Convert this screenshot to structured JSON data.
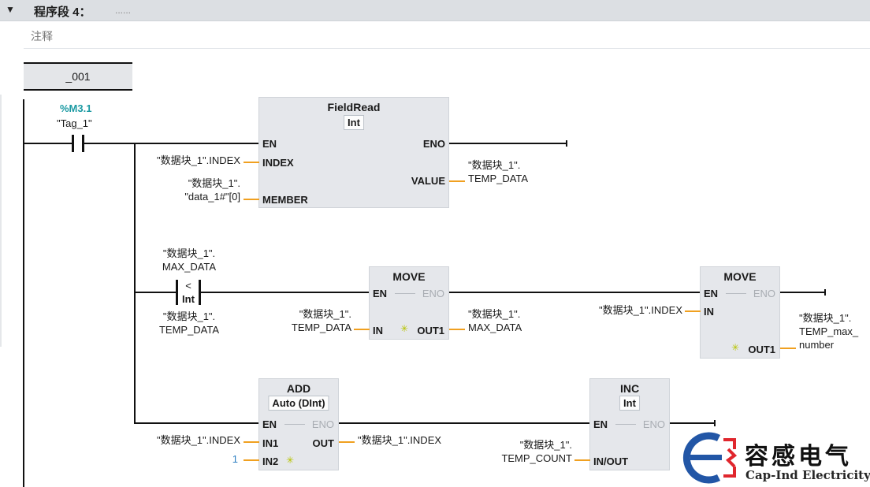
{
  "header": {
    "title": "程序段 4：",
    "dots": "......"
  },
  "comment": {
    "label": "注释"
  },
  "cell": {
    "label": "_001"
  },
  "rung1": {
    "contact": {
      "address": "%M3.1",
      "tag": "\"Tag_1\""
    },
    "fieldread": {
      "title": "FieldRead",
      "type": "Int",
      "pins": {
        "en": "EN",
        "eno": "ENO",
        "index": "INDEX",
        "value": "VALUE",
        "member": "MEMBER"
      },
      "index_operand": "\"数据块_1\".INDEX",
      "member_operand_1": "\"数据块_1\".",
      "member_operand_2": "\"data_1#\"[0]",
      "value_operand_1": "\"数据块_1\".",
      "value_operand_2": "TEMP_DATA"
    }
  },
  "rung2": {
    "compare": {
      "op": "<",
      "type": "Int",
      "top_1": "\"数据块_1\".",
      "top_2": "MAX_DATA",
      "bottom_1": "\"数据块_1\".",
      "bottom_2": "TEMP_DATA"
    },
    "move1": {
      "title": "MOVE",
      "pins": {
        "en": "EN",
        "eno": "ENO",
        "in": "IN",
        "out": "OUT1"
      },
      "in_operand_1": "\"数据块_1\".",
      "in_operand_2": "TEMP_DATA",
      "out_operand_1": "\"数据块_1\".",
      "out_operand_2": "MAX_DATA"
    },
    "move2": {
      "title": "MOVE",
      "pins": {
        "en": "EN",
        "eno": "ENO",
        "in": "IN",
        "out": "OUT1"
      },
      "in_operand": "\"数据块_1\".INDEX",
      "out_operand_1": "\"数据块_1\".",
      "out_operand_2": "TEMP_max_",
      "out_operand_3": "number"
    }
  },
  "rung3": {
    "add": {
      "title": "ADD",
      "type": "Auto (DInt)",
      "pins": {
        "en": "EN",
        "eno": "ENO",
        "in1": "IN1",
        "in2": "IN2",
        "out": "OUT"
      },
      "in1_operand": "\"数据块_1\".INDEX",
      "in2_operand": "1",
      "out_operand": "\"数据块_1\".INDEX"
    },
    "inc": {
      "title": "INC",
      "type": "Int",
      "pins": {
        "en": "EN",
        "eno": "ENO",
        "inout": "IN/OUT"
      },
      "inout_operand_1": "\"数据块_1\".",
      "inout_operand_2": "TEMP_COUNT"
    }
  },
  "logo": {
    "cn": "容感电气",
    "en": "Cap-Ind Electricity"
  },
  "colors": {
    "wire": "#111111",
    "param_line": "#f0a020",
    "box": "#e5e7eb",
    "address": "#1c9aa3",
    "constant": "#2d7fc2",
    "logo_red": "#e0262d",
    "logo_blue": "#2256a6"
  }
}
